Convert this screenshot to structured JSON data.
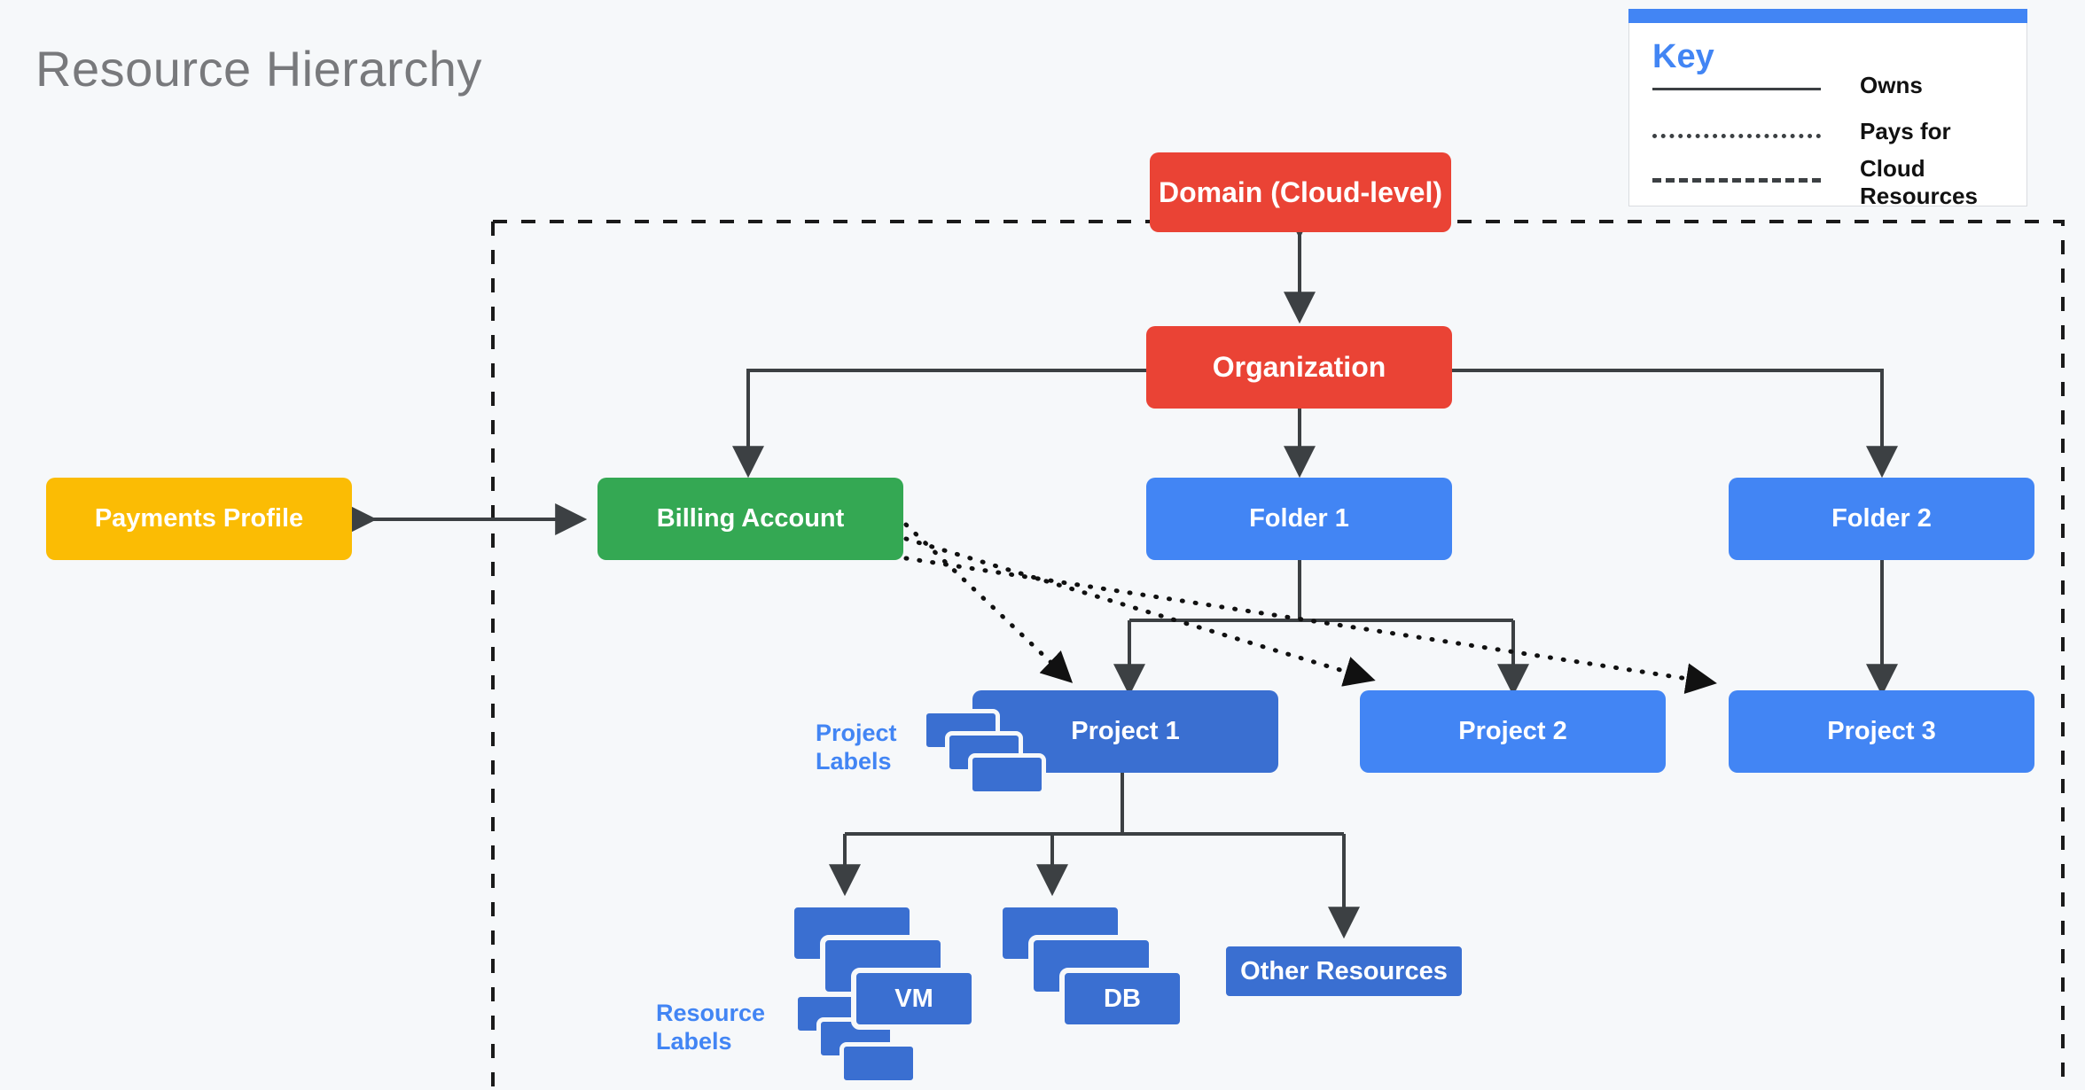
{
  "page": {
    "title": "Resource Hierarchy",
    "background": "#f6f8fa",
    "title_color": "#78797c"
  },
  "legend": {
    "title": "Key",
    "title_color": "#4285f4",
    "accent_bar_color": "#4285f4",
    "items": [
      {
        "style": "solid",
        "label": "Owns"
      },
      {
        "style": "dotted",
        "label": "Pays for"
      },
      {
        "style": "dashed",
        "label": "Cloud Resources"
      }
    ]
  },
  "boundary": {
    "name": "cloud-resources-boundary",
    "style": "dashed",
    "color": "#1a1a1a"
  },
  "nodes": {
    "domain": {
      "label": "Domain (Cloud-level)",
      "color": "#ea4335"
    },
    "organization": {
      "label": "Organization",
      "color": "#ea4335"
    },
    "payments_profile": {
      "label": "Payments Profile",
      "color": "#fbbc04"
    },
    "billing_account": {
      "label": "Billing Account",
      "color": "#34a853"
    },
    "folder1": {
      "label": "Folder 1",
      "color": "#4285f4"
    },
    "folder2": {
      "label": "Folder 2",
      "color": "#4285f4"
    },
    "project1": {
      "label": "Project 1",
      "color": "#3a6fd1"
    },
    "project2": {
      "label": "Project 2",
      "color": "#4285f4"
    },
    "project3": {
      "label": "Project 3",
      "color": "#4285f4"
    },
    "vm": {
      "label": "VM",
      "color": "#3a6fd1"
    },
    "db": {
      "label": "DB",
      "color": "#3a6fd1"
    },
    "other_resources": {
      "label": "Other Resources",
      "color": "#3a6fd1"
    }
  },
  "annotations": {
    "project_labels": {
      "line1": "Project",
      "line2": "Labels",
      "color": "#4285f4"
    },
    "resource_labels": {
      "line1": "Resource",
      "line2": "Labels",
      "color": "#4285f4"
    }
  },
  "edges": [
    {
      "from": "domain",
      "to": "organization",
      "style": "solid",
      "arrows": "both"
    },
    {
      "from": "organization",
      "to": "billing_account",
      "style": "solid",
      "arrows": "end"
    },
    {
      "from": "organization",
      "to": "folder1",
      "style": "solid",
      "arrows": "end"
    },
    {
      "from": "organization",
      "to": "folder2",
      "style": "solid",
      "arrows": "end"
    },
    {
      "from": "payments_profile",
      "to": "billing_account",
      "style": "solid",
      "arrows": "both"
    },
    {
      "from": "folder1",
      "to": "project1",
      "style": "solid",
      "arrows": "end"
    },
    {
      "from": "folder1",
      "to": "project2",
      "style": "solid",
      "arrows": "end"
    },
    {
      "from": "folder2",
      "to": "project3",
      "style": "solid",
      "arrows": "end"
    },
    {
      "from": "billing_account",
      "to": "project1",
      "style": "dotted",
      "arrows": "end"
    },
    {
      "from": "billing_account",
      "to": "project2",
      "style": "dotted",
      "arrows": "end"
    },
    {
      "from": "billing_account",
      "to": "project3",
      "style": "dotted",
      "arrows": "end"
    },
    {
      "from": "project1",
      "to": "vm",
      "style": "solid",
      "arrows": "end"
    },
    {
      "from": "project1",
      "to": "db",
      "style": "solid",
      "arrows": "end"
    },
    {
      "from": "project1",
      "to": "other_resources",
      "style": "solid",
      "arrows": "end"
    }
  ]
}
